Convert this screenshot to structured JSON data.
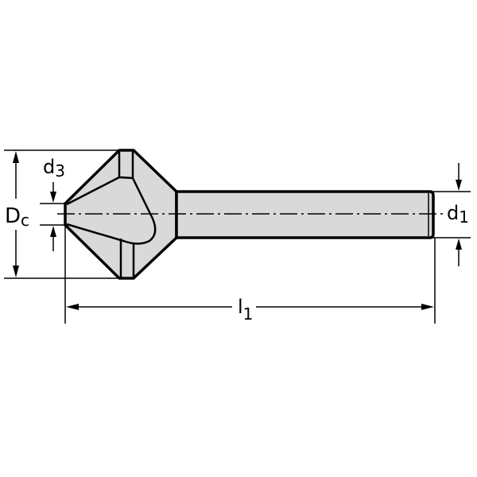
{
  "diagram": {
    "subject": "countersink tool (3-flute, conical cutting head with cylindrical shank)",
    "colors": {
      "outline": "#000000",
      "fill": "#d9d9d9",
      "background": "#ffffff"
    },
    "dimensions": {
      "Dc": {
        "main": "D",
        "sub": "c",
        "meaning": "cutting diameter"
      },
      "d3": {
        "main": "d",
        "sub": "3",
        "meaning": "tip diameter"
      },
      "d1": {
        "main": "d",
        "sub": "1",
        "meaning": "shank diameter"
      },
      "l1": {
        "main": "l",
        "sub": "1",
        "meaning": "overall length"
      }
    }
  }
}
